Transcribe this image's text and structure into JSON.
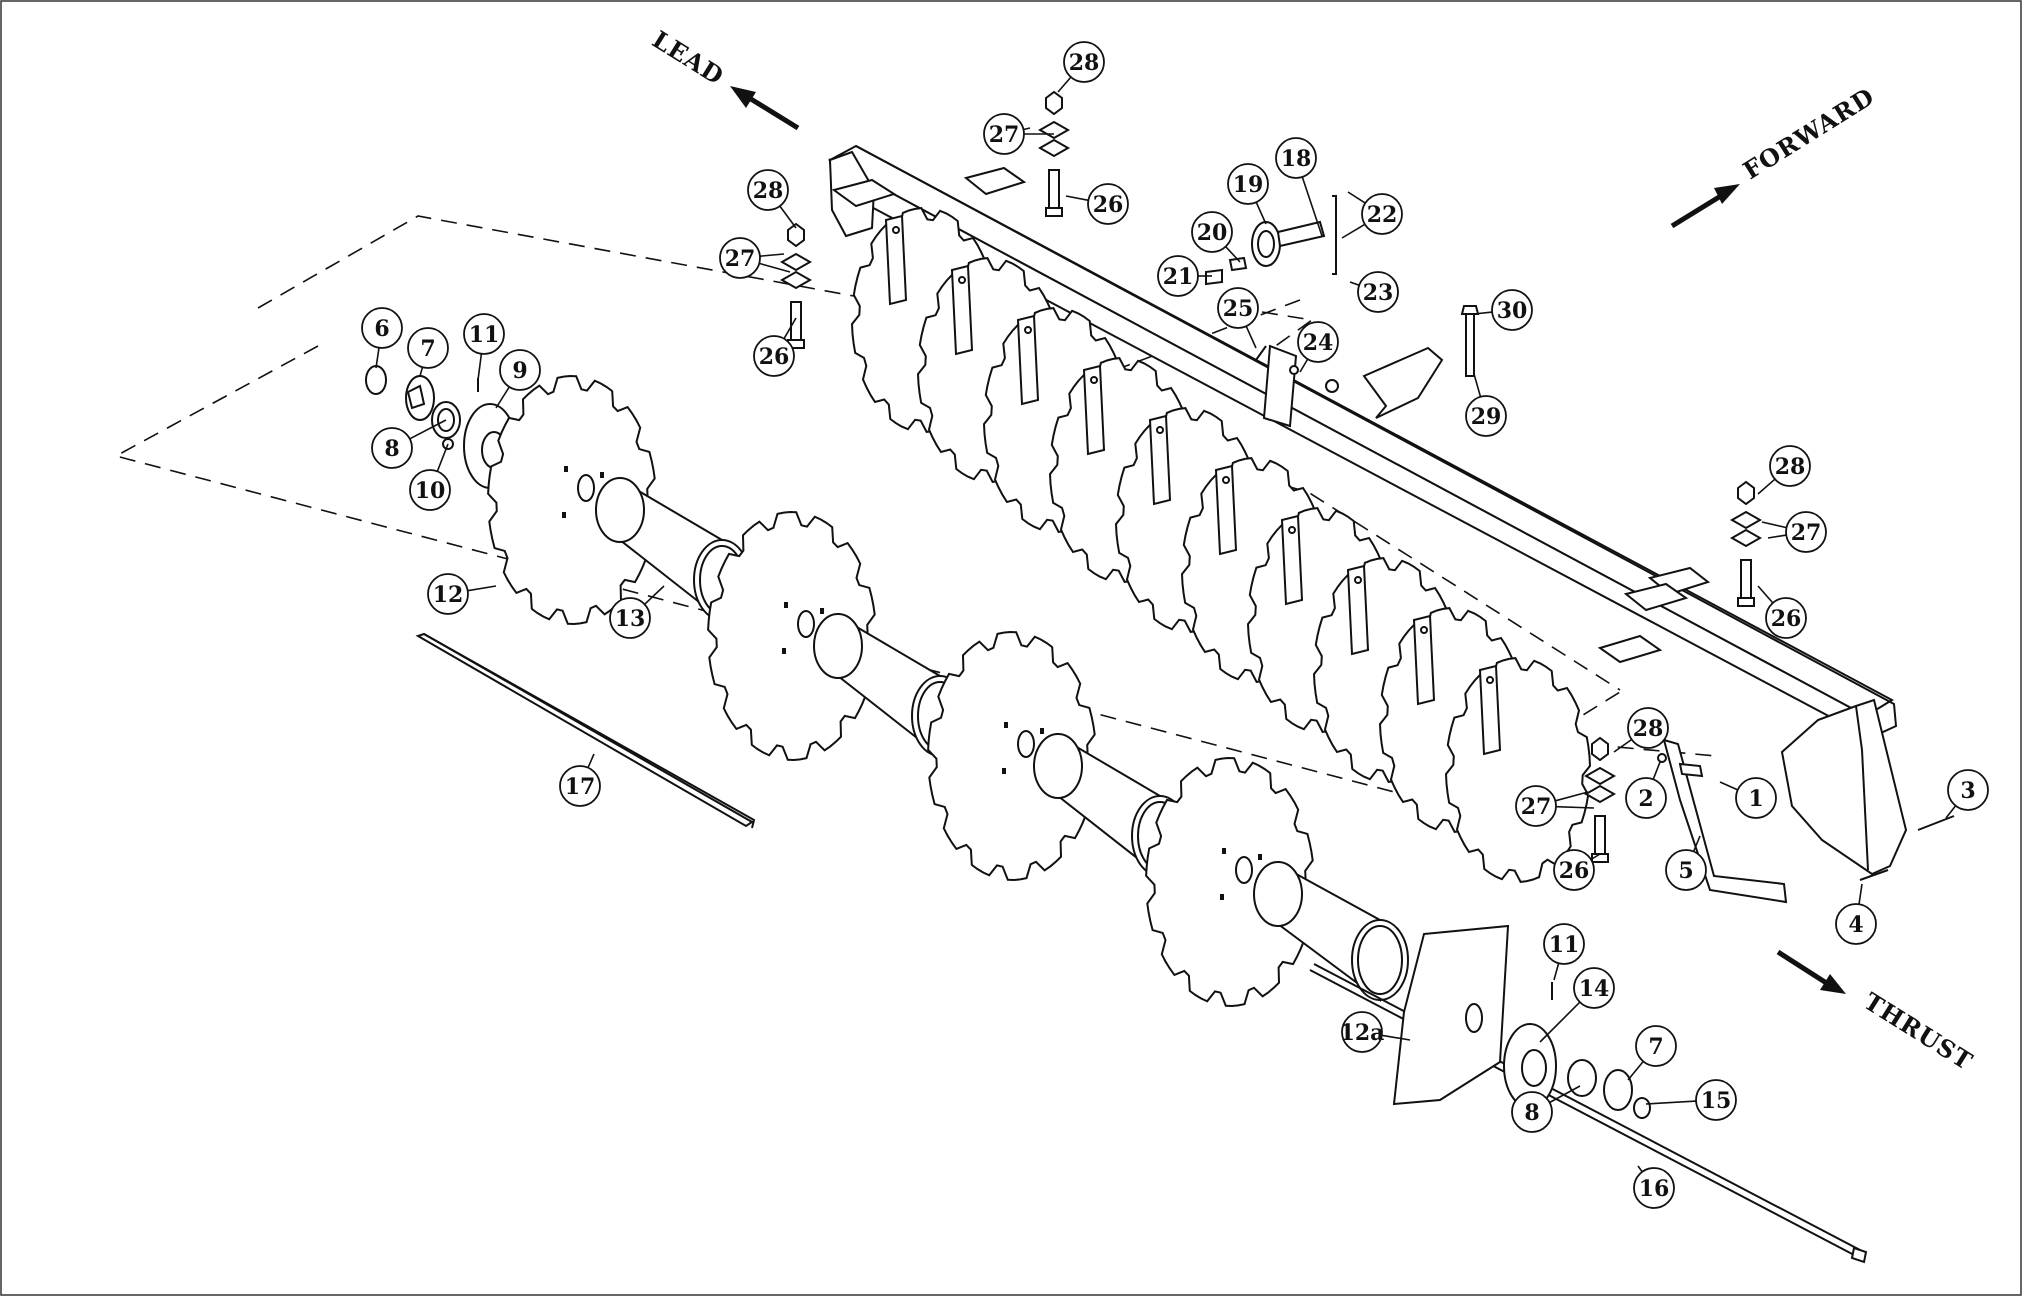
{
  "directions": {
    "lead": "LEAD",
    "forward": "FORWARD",
    "thrust": "THRUST"
  },
  "callouts": [
    {
      "id": "c28a",
      "label": "28"
    },
    {
      "id": "c27a",
      "label": "27"
    },
    {
      "id": "c26a",
      "label": "26"
    },
    {
      "id": "c28b",
      "label": "28"
    },
    {
      "id": "c27b",
      "label": "27"
    },
    {
      "id": "c26b",
      "label": "26"
    },
    {
      "id": "c18",
      "label": "18"
    },
    {
      "id": "c19",
      "label": "19"
    },
    {
      "id": "c20",
      "label": "20"
    },
    {
      "id": "c21",
      "label": "21"
    },
    {
      "id": "c22",
      "label": "22"
    },
    {
      "id": "c23",
      "label": "23"
    },
    {
      "id": "c25",
      "label": "25"
    },
    {
      "id": "c24",
      "label": "24"
    },
    {
      "id": "c30",
      "label": "30"
    },
    {
      "id": "c29",
      "label": "29"
    },
    {
      "id": "c6",
      "label": "6"
    },
    {
      "id": "c7a",
      "label": "7"
    },
    {
      "id": "c11a",
      "label": "11"
    },
    {
      "id": "c9",
      "label": "9"
    },
    {
      "id": "c8a",
      "label": "8"
    },
    {
      "id": "c10",
      "label": "10"
    },
    {
      "id": "c12",
      "label": "12"
    },
    {
      "id": "c13",
      "label": "13"
    },
    {
      "id": "c17",
      "label": "17"
    },
    {
      "id": "c28c",
      "label": "28"
    },
    {
      "id": "c27c",
      "label": "27"
    },
    {
      "id": "c26c",
      "label": "26"
    },
    {
      "id": "c28d",
      "label": "28"
    },
    {
      "id": "c27d",
      "label": "27"
    },
    {
      "id": "c26d",
      "label": "26"
    },
    {
      "id": "c2",
      "label": "2"
    },
    {
      "id": "c1",
      "label": "1"
    },
    {
      "id": "c5",
      "label": "5"
    },
    {
      "id": "c3",
      "label": "3"
    },
    {
      "id": "c4",
      "label": "4"
    },
    {
      "id": "c11b",
      "label": "11"
    },
    {
      "id": "c14",
      "label": "14"
    },
    {
      "id": "c12a",
      "label": "12a"
    },
    {
      "id": "c7b",
      "label": "7"
    },
    {
      "id": "c15",
      "label": "15"
    },
    {
      "id": "c8b",
      "label": "8"
    },
    {
      "id": "c16",
      "label": "16"
    }
  ]
}
